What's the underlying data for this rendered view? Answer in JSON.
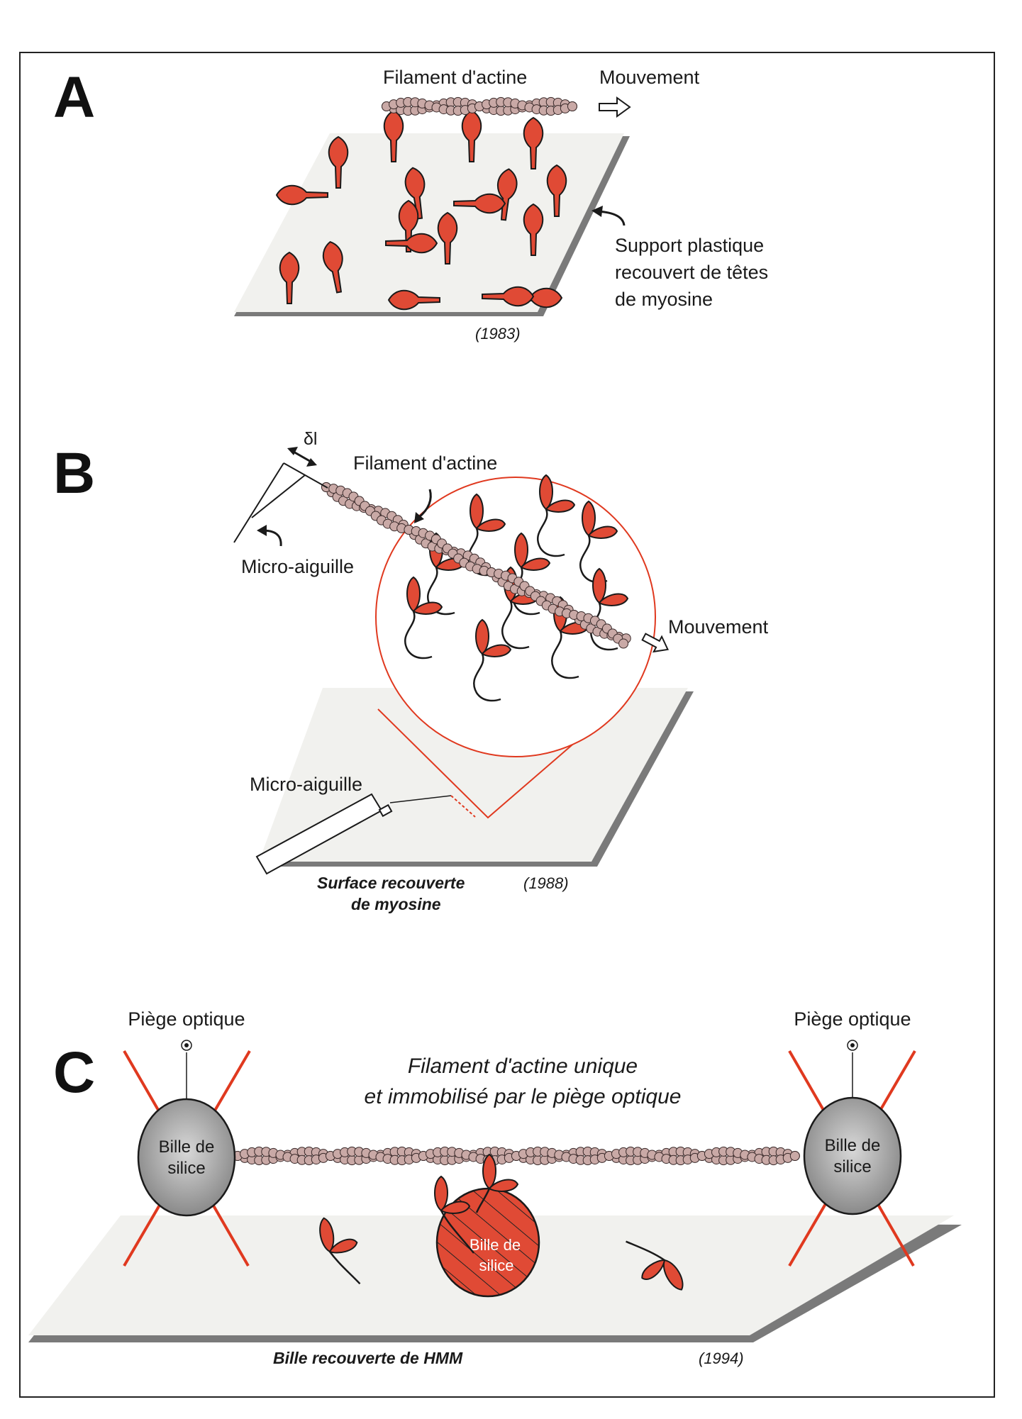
{
  "colors": {
    "myosin": "#e04a35",
    "actin": "#c9a9a6",
    "plate": "#f1f1ee",
    "plate_edge": "#7a7a7a",
    "laser": "#e0391f",
    "bead": "#9a9a9a",
    "ink": "#1a1a1a"
  },
  "panels": {
    "A": {
      "letter": "A",
      "filament_label": "Filament d'actine",
      "movement_label": "Mouvement",
      "support_label_lines": [
        "Support plastique",
        "recouvert de têtes",
        "de myosine"
      ],
      "year": "(1983)"
    },
    "B": {
      "letter": "B",
      "delta_label": "δl",
      "filament_label": "Filament d'actine",
      "needle_label_top": "Micro-aiguille",
      "movement_label": "Mouvement",
      "needle_label_bottom": "Micro-aiguille",
      "surface_label_lines": [
        "Surface recouverte",
        "de myosine"
      ],
      "year": "(1988)"
    },
    "C": {
      "letter": "C",
      "trap_label_left": "Piège optique",
      "trap_label_right": "Piège optique",
      "caption_lines": [
        "Filament d'actine unique",
        "et immobilisé par le piège optique"
      ],
      "bead_left_lines": [
        "Bille de",
        "silice"
      ],
      "bead_right_lines": [
        "Bille de",
        "silice"
      ],
      "bead_center_lines": [
        "Bille de",
        "silice"
      ],
      "surface_label": "Bille recouverte de HMM",
      "year": "(1994)"
    }
  }
}
